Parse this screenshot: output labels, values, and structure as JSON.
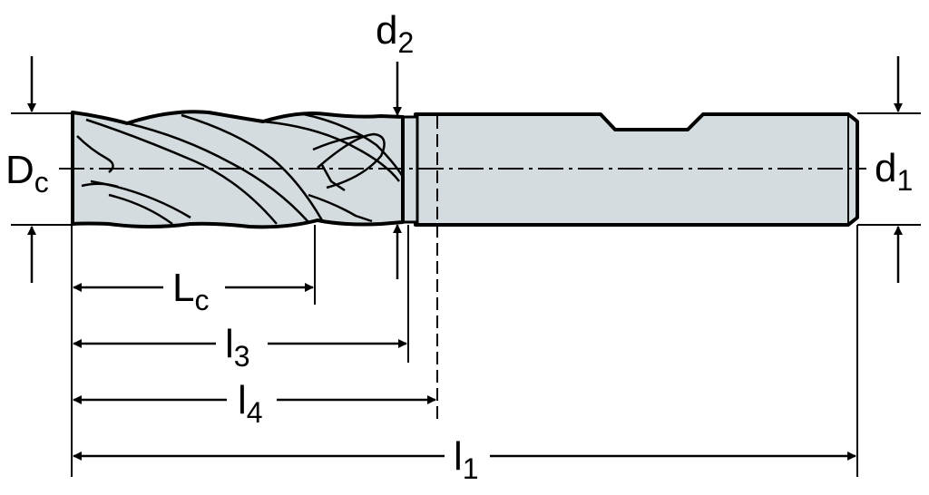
{
  "colors": {
    "tool_fill": "#d5dcdf",
    "line": "#000000",
    "background": "#ffffff"
  },
  "labels": {
    "Dc": {
      "main": "D",
      "sub": "c"
    },
    "d1": {
      "main": "d",
      "sub": "1"
    },
    "d2": {
      "main": "d",
      "sub": "2"
    },
    "Lc": {
      "main": "L",
      "sub": "c"
    },
    "l3": {
      "main": "l",
      "sub": "3"
    },
    "l4": {
      "main": "l",
      "sub": "4"
    },
    "l1": {
      "main": "l",
      "sub": "1"
    }
  }
}
